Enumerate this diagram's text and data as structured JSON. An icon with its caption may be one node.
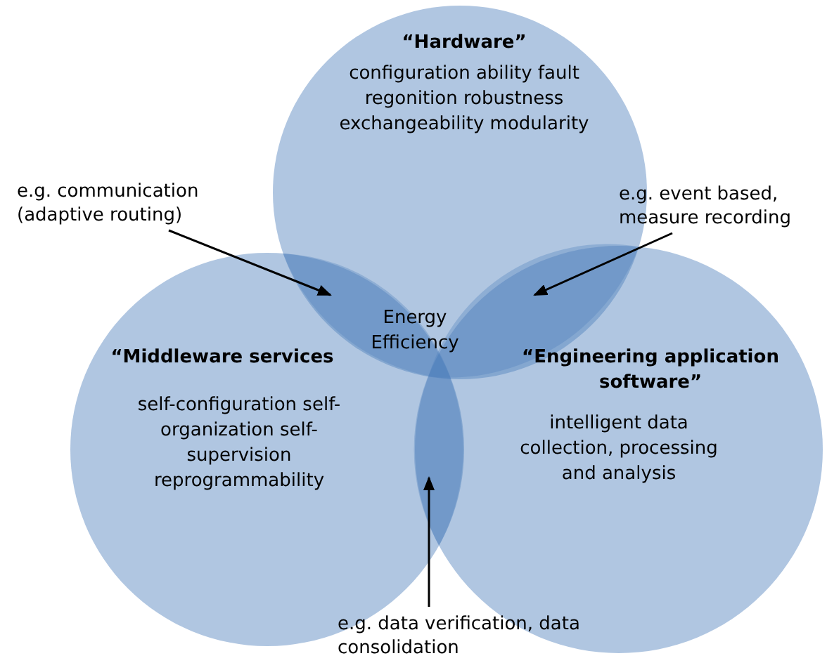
{
  "diagram": {
    "nodes": [
      {
        "text": [
          "“Hardware”",
          "configuration ability fault regonition robustness exchangeability modularity"
        ]
      },
      {
        "text": [
          "“Middleware services",
          "self-configuration self-organization self-supervision reprogrammability"
        ]
      },
      {
        "text": [
          "“Engineering application software”",
          "intelligent data collection, processing and analysis"
        ]
      },
      {
        "text": [
          "e.g. communication (adaptive routing)"
        ]
      },
      {
        "text": [
          "e.g. event based, measure recording"
        ]
      },
      {
        "text": [
          "e.g. data verification, data consolidation"
        ]
      },
      {
        "text": [],
        "shape": "lens"
      },
      {
        "text": [],
        "shape": "lens"
      },
      {
        "text": [],
        "shape": "lens"
      }
    ],
    "edges": [
      {
        "from": 3,
        "to": 6,
        "arrow": "to"
      },
      {
        "from": 4,
        "to": 7,
        "arrow": "to"
      },
      {
        "from": 5,
        "to": 8,
        "arrow": "to"
      }
    ],
    "labels": [
      "Energy Efficiency"
    ]
  }
}
